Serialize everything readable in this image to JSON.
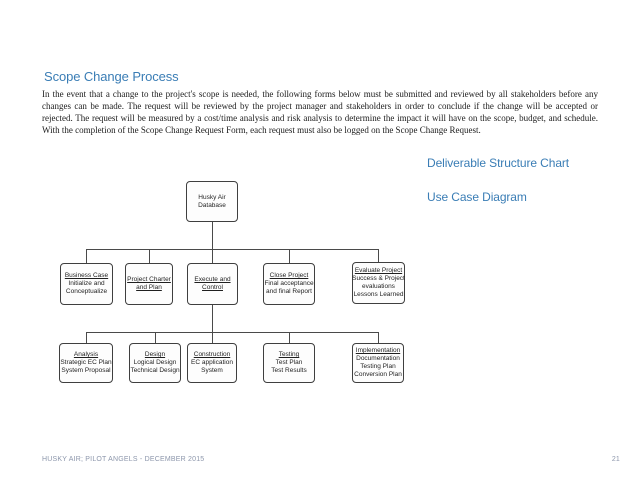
{
  "page": {
    "title": "Scope Change Process",
    "paragraph": "In the event that a change to the project's scope is needed, the following forms below must be submitted and reviewed by all stakeholders before any changes can be made. The request will be reviewed by the project manager and stakeholders in order to conclude if the change will be accepted or rejected.  The request will be measured by a cost/time analysis and risk analysis to determine the impact it will have on the scope, budget, and schedule. With the completion of the Scope Change Request Form, each request must also be logged on the Scope Change Request.",
    "side_links": [
      "Deliverable Structure Chart",
      "Use Case Diagram"
    ],
    "footer_left": "HUSKY AIR; PILOT ANGELS - DECEMBER 2015",
    "page_number": "21"
  },
  "colors": {
    "accent": "#3a7db5",
    "footer": "#8c96ab",
    "diagram_line": "#4a4a4a"
  },
  "diagram": {
    "title": "Deliverable Structure Chart",
    "boxes": [
      {
        "id": "husky-air-database",
        "lines": [
          {
            "t": "Husky Air",
            "u": false
          },
          {
            "t": "Database",
            "u": false
          }
        ]
      },
      {
        "id": "business-case",
        "lines": [
          {
            "t": "Business Case",
            "u": true
          },
          {
            "t": "Initialize and",
            "u": false
          },
          {
            "t": "Conceptualize",
            "u": false
          }
        ]
      },
      {
        "id": "project-charter",
        "lines": [
          {
            "t": "Project Charter",
            "u": true
          },
          {
            "t": "and Plan",
            "u": true
          }
        ]
      },
      {
        "id": "execute-and-control",
        "lines": [
          {
            "t": "Execute and",
            "u": true
          },
          {
            "t": "Control",
            "u": true
          }
        ]
      },
      {
        "id": "close-project",
        "lines": [
          {
            "t": "Close Project",
            "u": true
          },
          {
            "t": "Final acceptance",
            "u": false
          },
          {
            "t": "and final Report",
            "u": false
          }
        ]
      },
      {
        "id": "evaluate-project",
        "lines": [
          {
            "t": "Evaluate Project",
            "u": true
          },
          {
            "t": "Success & Project",
            "u": false
          },
          {
            "t": "evaluations",
            "u": false
          },
          {
            "t": "Lessons Learned",
            "u": false
          }
        ]
      },
      {
        "id": "analysis",
        "lines": [
          {
            "t": "Analysis",
            "u": true
          },
          {
            "t": "Strategic EC Plan",
            "u": false
          },
          {
            "t": "System Proposal",
            "u": false
          }
        ]
      },
      {
        "id": "design",
        "lines": [
          {
            "t": "Design",
            "u": true
          },
          {
            "t": "Logical Design",
            "u": false
          },
          {
            "t": "Technical Design",
            "u": false
          }
        ]
      },
      {
        "id": "construction",
        "lines": [
          {
            "t": "Construction",
            "u": true
          },
          {
            "t": "EC application",
            "u": false
          },
          {
            "t": "System",
            "u": false
          }
        ]
      },
      {
        "id": "testing",
        "lines": [
          {
            "t": "Testing",
            "u": true
          },
          {
            "t": "Test Plan",
            "u": false
          },
          {
            "t": "Test Results",
            "u": false
          }
        ]
      },
      {
        "id": "implementation",
        "lines": [
          {
            "t": "Implementation",
            "u": true
          },
          {
            "t": "Documentation",
            "u": false
          },
          {
            "t": "Testing Plan",
            "u": false
          },
          {
            "t": "Conversion Plan",
            "u": false
          }
        ]
      }
    ]
  }
}
